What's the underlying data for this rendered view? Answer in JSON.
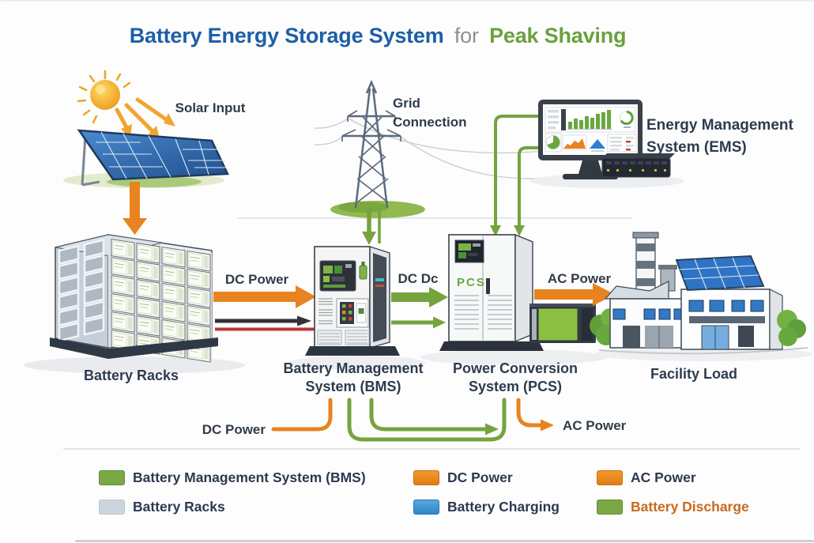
{
  "title": {
    "part1": "Battery Energy Storage System",
    "part2": "for",
    "part3": "Peak Shaving"
  },
  "nodes": {
    "solar": {
      "label": "Solar Input"
    },
    "grid": {
      "label_line1": "Grid",
      "label_line2": "Connection"
    },
    "ems": {
      "label_line1": "Energy Management",
      "label_line2": "System (EMS)"
    },
    "battery_racks": {
      "label": "Battery Racks"
    },
    "bms": {
      "label_line1": "Battery Management",
      "label_line2": "System (BMS)"
    },
    "pcs": {
      "label_line1": "Power Conversion",
      "label_line2": "System (PCS)",
      "cabinet_tag": "PCS"
    },
    "facility": {
      "label": "Facility Load"
    }
  },
  "flows": {
    "dc_power_top": "DC Power",
    "dc_dc": "DC Dc",
    "ac_power_top": "AC Power",
    "dc_power_bottom": "DC Power",
    "ac_power_bottom": "AC Power"
  },
  "legend": {
    "items": [
      {
        "label": "Battery Management System (BMS)",
        "swatch_color": "#7aa845"
      },
      {
        "label": "DC Power",
        "swatch_color": "#ee8a1c"
      },
      {
        "label": "AC Power",
        "swatch_color": "#ee8a1c"
      },
      {
        "label": "Battery Racks",
        "swatch_color": "#ccd5dc"
      },
      {
        "label": "Battery Charging",
        "swatch_color": "#3d97d3"
      },
      {
        "label": "Battery Discharge",
        "swatch_color": "#7aa845",
        "label_color": "#c86a1e"
      }
    ]
  },
  "colors": {
    "title_blue": "#1d5fa7",
    "title_green": "#6ba03e",
    "orange_flow": "#e8831f",
    "green_flow": "#75a33e",
    "black_line": "#32323a",
    "red_line": "#bf3434",
    "text_dark": "#2e3b4e"
  }
}
